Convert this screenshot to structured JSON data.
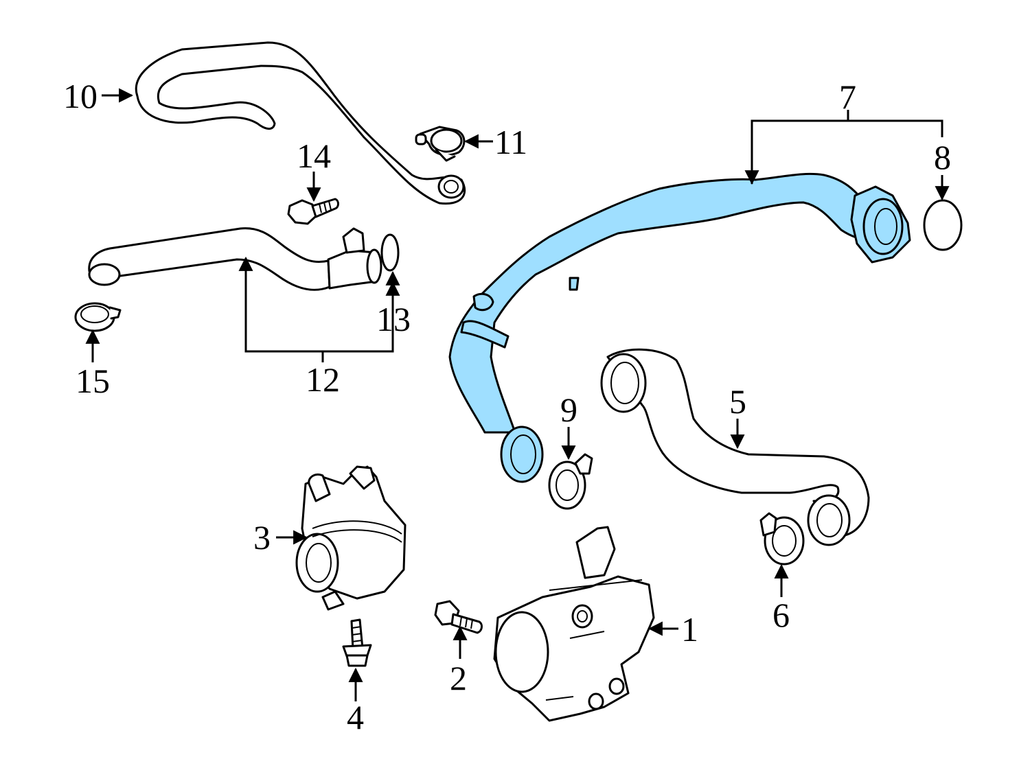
{
  "callouts": {
    "c1": "1",
    "c2": "2",
    "c3": "3",
    "c4": "4",
    "c5": "5",
    "c6": "6",
    "c7": "7",
    "c8": "8",
    "c9": "9",
    "c10": "10",
    "c11": "11",
    "c12": "12",
    "c13": "13",
    "c14": "14",
    "c15": "15"
  },
  "colors": {
    "highlight": "#9fdfff",
    "line": "#000000",
    "background": "#ffffff"
  },
  "highlighted_part": "7"
}
